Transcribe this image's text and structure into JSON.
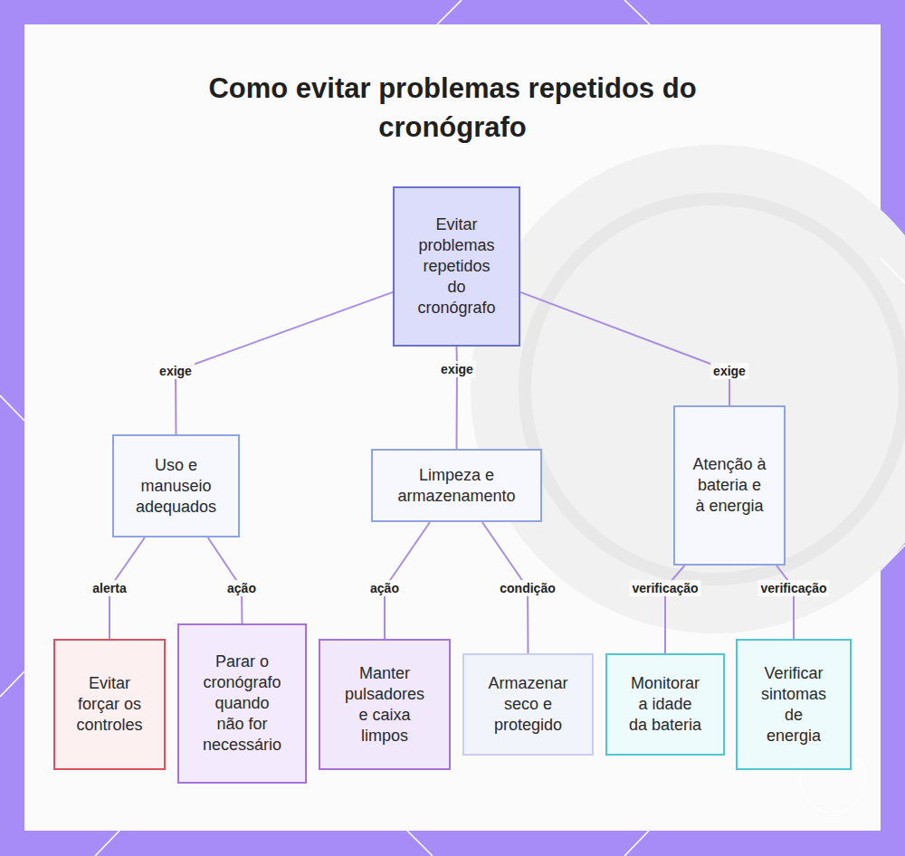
{
  "diagram": {
    "title": "Como evitar problemas repetidos do cronógrafo",
    "nodes": [
      {
        "text": [
          "Evitar problemas repetidos do cronógrafo"
        ]
      },
      {
        "text": [
          "Uso e manuseio adequados"
        ]
      },
      {
        "text": [
          "Limpeza e armazenamento"
        ]
      },
      {
        "text": [
          "Atenção à bateria e à energia"
        ]
      },
      {
        "text": [
          "Evitar forçar os controles"
        ]
      },
      {
        "text": [
          "Parar o cronógrafo quando não for necessário"
        ]
      },
      {
        "text": [
          "Manter pulsadores e caixa limpos"
        ]
      },
      {
        "text": [
          "Armazenar seco e protegido"
        ]
      },
      {
        "text": [
          "Monitorar a idade da bateria"
        ]
      },
      {
        "text": [
          "Verificar sintomas de energia"
        ]
      }
    ],
    "edges": [
      {
        "from": 0,
        "to": 1,
        "arrow": "none",
        "label": "exige"
      },
      {
        "from": 0,
        "to": 2,
        "arrow": "none",
        "label": "exige"
      },
      {
        "from": 0,
        "to": 3,
        "arrow": "none",
        "label": "exige"
      },
      {
        "from": 1,
        "to": 4,
        "arrow": "none",
        "label": "alerta"
      },
      {
        "from": 1,
        "to": 5,
        "arrow": "none",
        "label": "ação"
      },
      {
        "from": 2,
        "to": 6,
        "arrow": "none",
        "label": "ação"
      },
      {
        "from": 2,
        "to": 7,
        "arrow": "none",
        "label": "condição"
      },
      {
        "from": 3,
        "to": 8,
        "arrow": "none",
        "label": "verificação"
      },
      {
        "from": 3,
        "to": 9,
        "arrow": "none",
        "label": "verificação"
      }
    ]
  }
}
